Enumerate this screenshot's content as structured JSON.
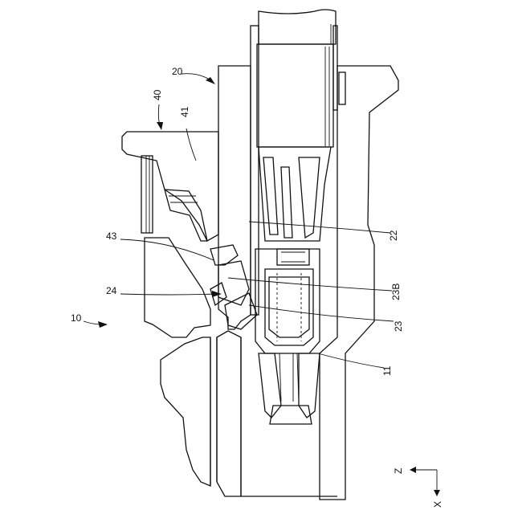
{
  "figure": {
    "ref_labels": {
      "r10": "10",
      "r11": "11",
      "r20": "20",
      "r22": "22",
      "r23": "23",
      "r23b": "23B",
      "r24": "24",
      "r40": "40",
      "r41": "41",
      "r43": "43"
    },
    "axes": {
      "z": "Z",
      "x": "X"
    }
  }
}
